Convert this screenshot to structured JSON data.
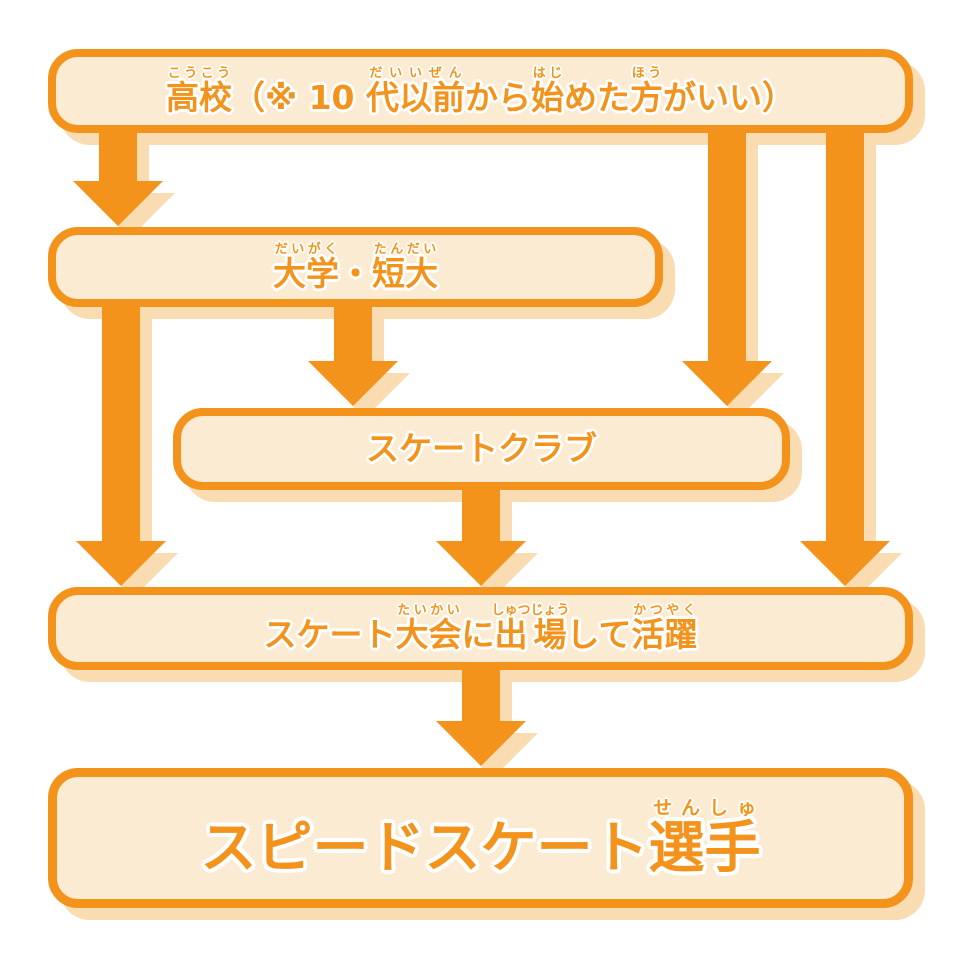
{
  "colors": {
    "orange": "#F3931B",
    "box_fill": "#FCEBD3",
    "shadow": "#FADCB2",
    "text_outline": "#FFFFFF",
    "background": "#FFFFFF"
  },
  "flowchart": {
    "description": "Career-path flowchart ending at speed skater",
    "boxes": [
      {
        "id": "highschool",
        "segments": [
          {
            "t": "高校",
            "r": "こうこう"
          },
          {
            "t": "（※ 10 "
          },
          {
            "t": "代以前",
            "r": "だいいぜん"
          },
          {
            "t": "から"
          },
          {
            "t": "始",
            "r": "はじ"
          },
          {
            "t": "めた"
          },
          {
            "t": "方",
            "r": "ほう"
          },
          {
            "t": "がいい）"
          }
        ]
      },
      {
        "id": "university",
        "segments": [
          {
            "t": "大学",
            "r": "だいがく"
          },
          {
            "t": "・"
          },
          {
            "t": "短大",
            "r": "たんだい"
          }
        ]
      },
      {
        "id": "skate-club",
        "segments": [
          {
            "t": "スケートクラブ"
          }
        ]
      },
      {
        "id": "competitions",
        "segments": [
          {
            "t": "スケート"
          },
          {
            "t": "大会",
            "r": "たいかい"
          },
          {
            "t": "に"
          },
          {
            "t": "出場",
            "r": "しゅつじょう"
          },
          {
            "t": "して"
          },
          {
            "t": "活躍",
            "r": "かつやく"
          }
        ]
      },
      {
        "id": "speed-skater",
        "segments": [
          {
            "t": "スピードスケート"
          },
          {
            "t": "選手",
            "r": "せんしゅ"
          }
        ]
      }
    ],
    "connections": [
      {
        "from": "highschool",
        "to": "university"
      },
      {
        "from": "highschool",
        "to": "skate-club"
      },
      {
        "from": "highschool",
        "to": "competitions"
      },
      {
        "from": "university",
        "to": "skate-club"
      },
      {
        "from": "university",
        "to": "competitions"
      },
      {
        "from": "skate-club",
        "to": "competitions"
      },
      {
        "from": "competitions",
        "to": "speed-skater"
      }
    ]
  }
}
